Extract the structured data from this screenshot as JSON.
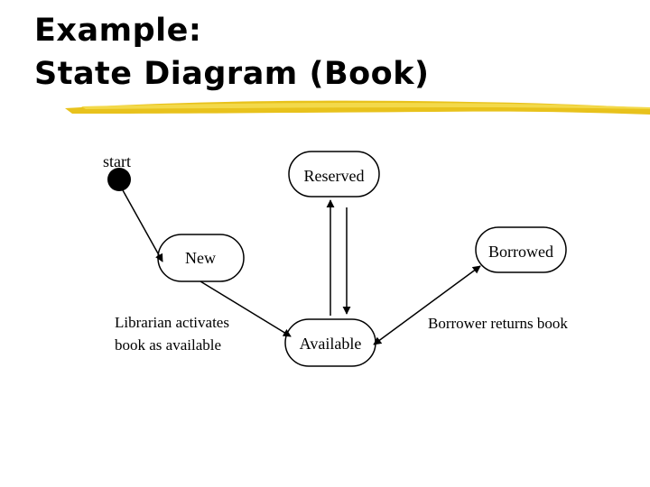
{
  "slide": {
    "title_line1": "Example:",
    "title_line2": "State Diagram (Book)",
    "accent_color": "#e8c21c"
  },
  "diagram": {
    "start_label": "start",
    "states": {
      "reserved": "Reserved",
      "new": "New",
      "borrowed": "Borrowed",
      "available": "Available"
    },
    "transitions": {
      "activate_line1": "Librarian activates",
      "activate_line2": "book as available",
      "return": "Borrower returns book"
    }
  }
}
